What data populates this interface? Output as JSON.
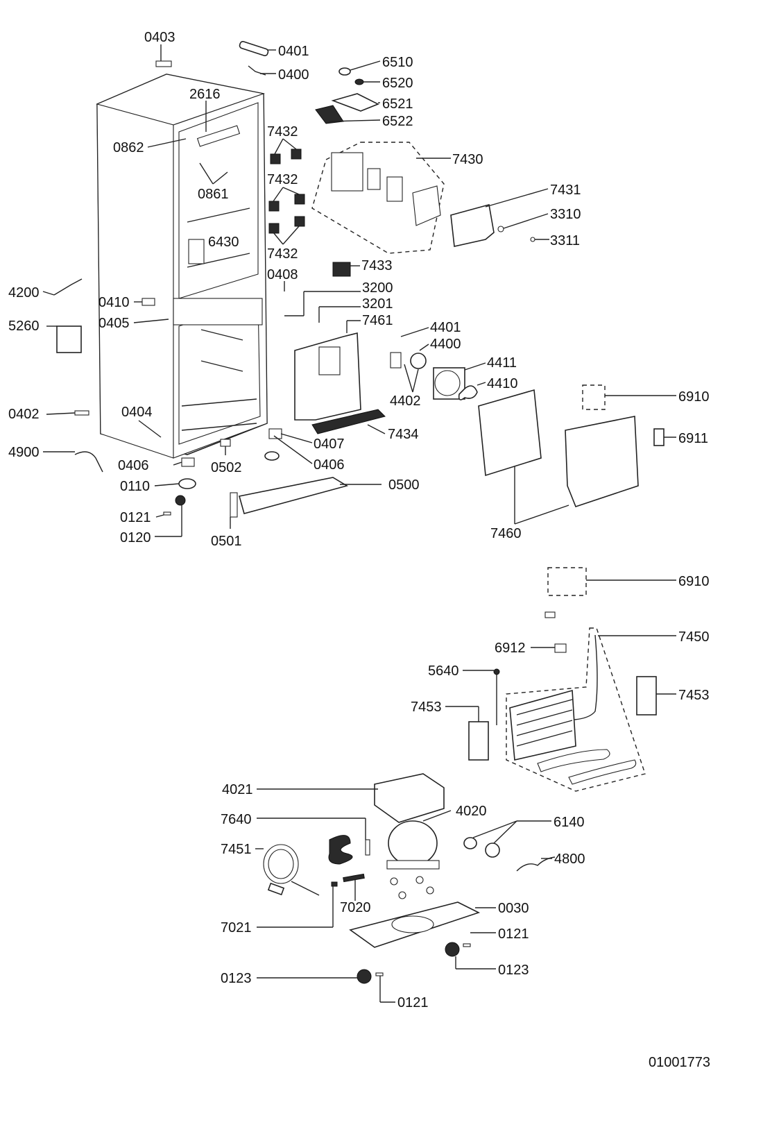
{
  "diagram": {
    "drawing_number": "01001773",
    "labels": [
      "0403",
      "0401",
      "0400",
      "6510",
      "6520",
      "2616",
      "6521",
      "6522",
      "7432",
      "0862",
      "7430",
      "7432",
      "0861",
      "7431",
      "3310",
      "7432",
      "3311",
      "6430",
      "7433",
      "0408",
      "4200",
      "3200",
      "0410",
      "3201",
      "0405",
      "7461",
      "4401",
      "5260",
      "4400",
      "4411",
      "4402",
      "4410",
      "6910",
      "0404",
      "0402",
      "0407",
      "7434",
      "6911",
      "4900",
      "0406",
      "0406",
      "0502",
      "0500",
      "0110",
      "0121",
      "0120",
      "0501",
      "7460",
      "6910",
      "7450",
      "6912",
      "5640",
      "7453",
      "7453",
      "4021",
      "4020",
      "7640",
      "6140",
      "7451",
      "4800",
      "7020",
      "0030",
      "7021",
      "0121",
      "0123",
      "0123",
      "0121"
    ]
  }
}
